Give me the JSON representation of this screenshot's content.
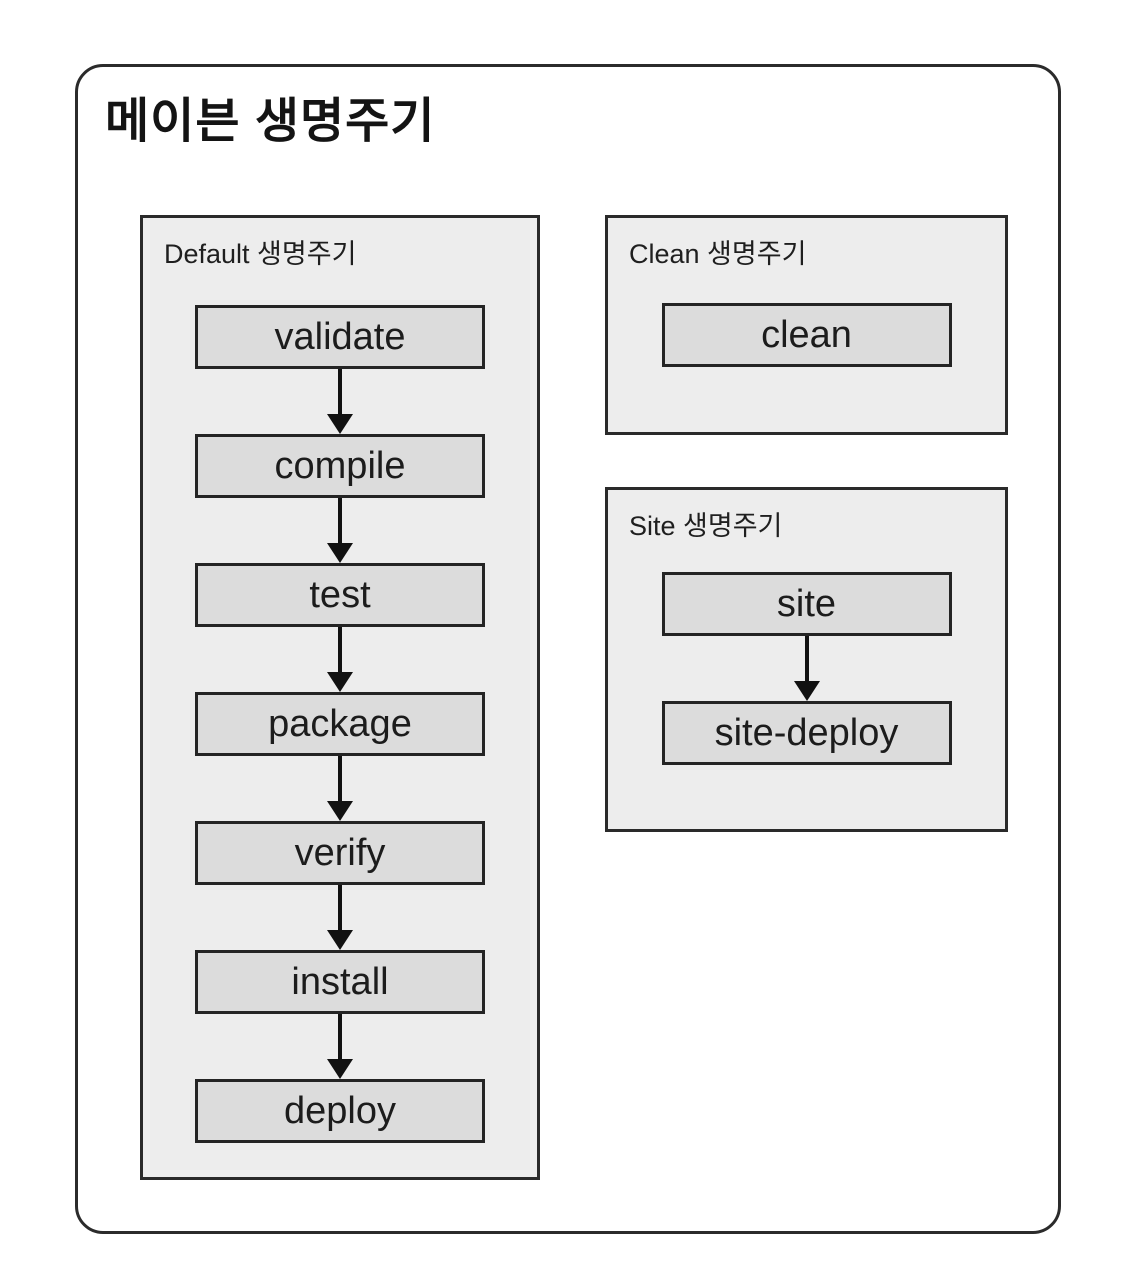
{
  "title": "메이븐 생명주기",
  "colors": {
    "frame_border": "#2b2b2b",
    "section_bg": "#ededed",
    "section_border": "#2a2a2a",
    "phase_bg": "#dcdcdc",
    "phase_border": "#242424",
    "arrow": "#111111",
    "text": "#1a1a1a"
  },
  "lifecycles": [
    {
      "id": "default",
      "label": "Default 생명주기",
      "phases": [
        "validate",
        "compile",
        "test",
        "package",
        "verify",
        "install",
        "deploy"
      ]
    },
    {
      "id": "clean",
      "label": "Clean 생명주기",
      "phases": [
        "clean"
      ]
    },
    {
      "id": "site",
      "label": "Site 생명주기",
      "phases": [
        "site",
        "site-deploy"
      ]
    }
  ]
}
